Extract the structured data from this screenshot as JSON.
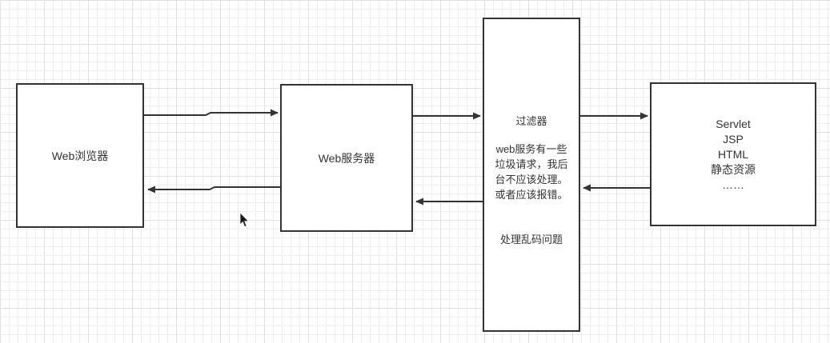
{
  "diagram": {
    "boxes": {
      "browser": {
        "label": "Web浏览器"
      },
      "server": {
        "label": "Web服务器"
      },
      "filter": {
        "title": "过滤器",
        "body_lines": [
          "web服务有一些",
          "垃圾请求，我后",
          "台不应该处理。",
          "或者应该报错。"
        ],
        "note": "处理乱码问题"
      },
      "resources": {
        "lines": [
          "Servlet",
          "JSP",
          "HTML",
          "静态资源",
          "……"
        ]
      }
    },
    "connectors": [
      {
        "name": "browser-to-server",
        "direction": "right"
      },
      {
        "name": "server-to-browser",
        "direction": "left"
      },
      {
        "name": "server-to-filter",
        "direction": "right"
      },
      {
        "name": "filter-to-server",
        "direction": "left"
      },
      {
        "name": "filter-to-resources",
        "direction": "right"
      },
      {
        "name": "resources-to-filter",
        "direction": "left"
      }
    ],
    "colors": {
      "stroke": "#333333",
      "grid": "#ededed",
      "background": "#ffffff"
    }
  }
}
